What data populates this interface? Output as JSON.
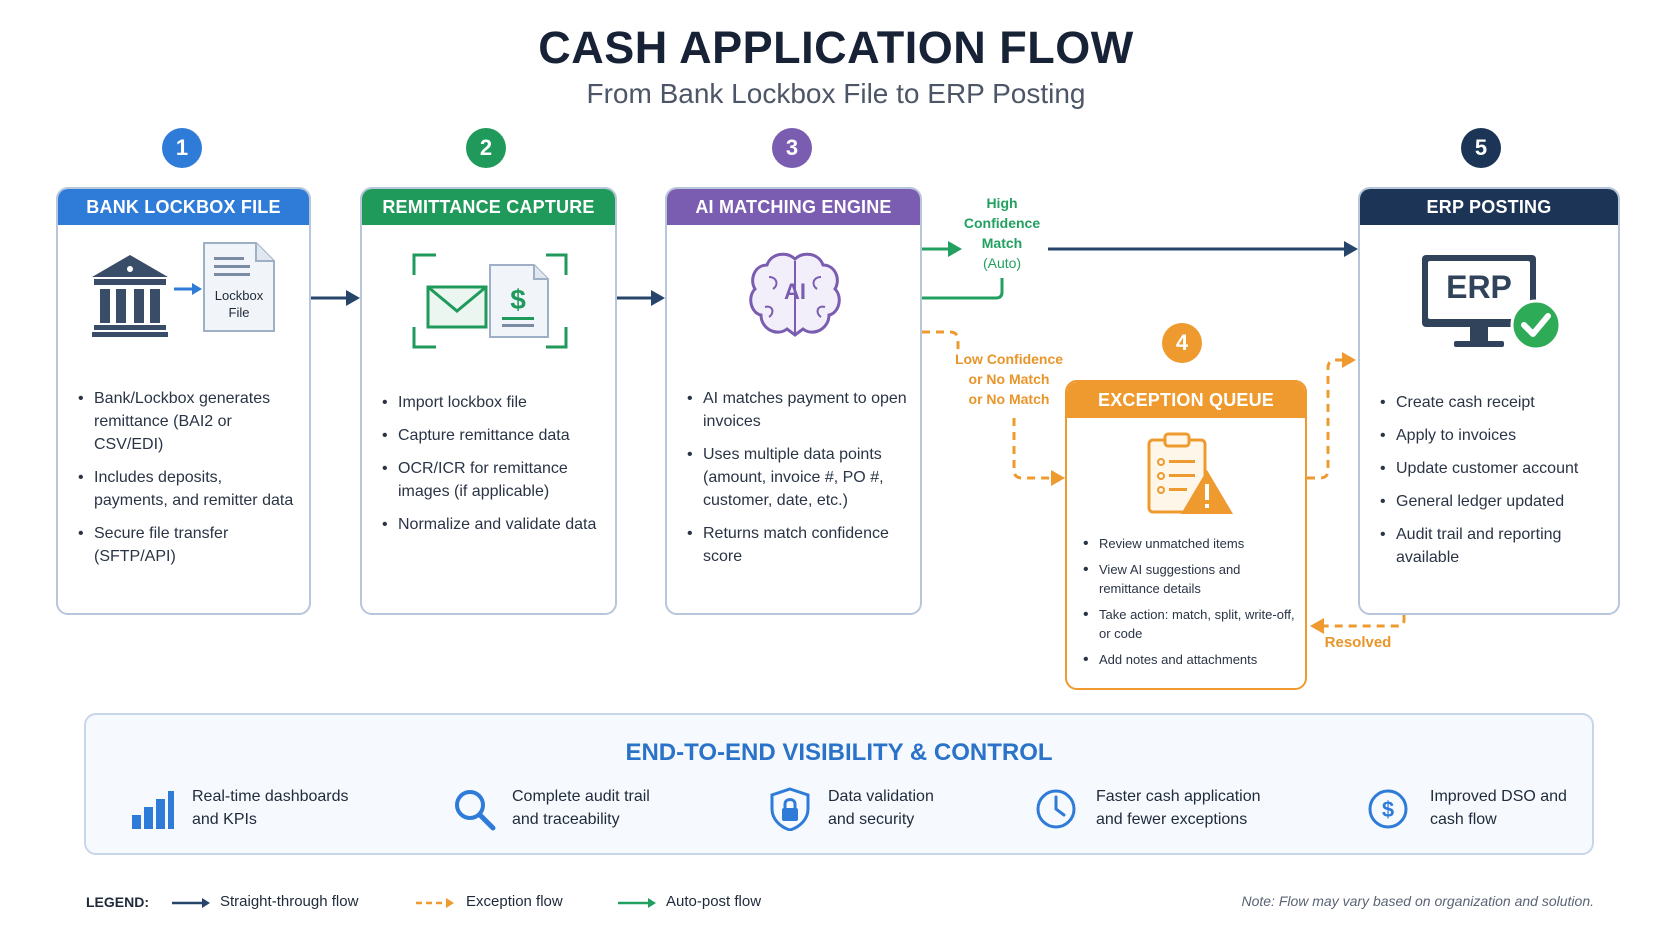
{
  "header": {
    "title": "CASH APPLICATION FLOW",
    "subtitle": "From Bank Lockbox File to ERP Posting"
  },
  "colors": {
    "blue": "#2e7bd8",
    "green": "#1f9a5b",
    "purple": "#7a5cb0",
    "orange": "#ee9a2f",
    "navy": "#1c3556",
    "flow_line": "#27456b"
  },
  "steps": [
    {
      "number": "1",
      "title": "BANK LOCKBOX FILE",
      "icon": "bank-icon",
      "doc_label_1": "Lockbox",
      "doc_label_2": "File",
      "bullets": [
        "Bank/Lockbox generates remittance (BAI2 or CSV/EDI)",
        "Includes deposits, payments, and remitter data",
        "Secure file transfer (SFTP/API)"
      ]
    },
    {
      "number": "2",
      "title": "REMITTANCE CAPTURE",
      "icon": "envelope-document-icon",
      "bullets": [
        "Import lockbox file",
        "Capture remittance data",
        "OCR/ICR for remittance images (if applicable)",
        "Normalize and validate data"
      ]
    },
    {
      "number": "3",
      "title": "AI MATCHING ENGINE",
      "icon": "ai-brain-icon",
      "icon_text": "AI",
      "bullets": [
        "AI matches payment to open invoices",
        "Uses multiple data points (amount, invoice #, PO #, customer, date, etc.)",
        "Returns match confidence score"
      ]
    },
    {
      "number": "4",
      "title": "EXCEPTION QUEUE",
      "icon": "clipboard-warning-icon",
      "bullets": [
        "Review unmatched items",
        "View AI suggestions and remittance details",
        "Take action: match, split, write-off, or code",
        "Add notes and attachments"
      ]
    },
    {
      "number": "5",
      "title": "ERP POSTING",
      "icon": "erp-monitor-check-icon",
      "icon_text": "ERP",
      "bullets": [
        "Create cash receipt",
        "Apply to invoices",
        "Update customer account",
        "General ledger updated",
        "Audit trail and reporting available"
      ]
    }
  ],
  "flow_labels": {
    "high_confidence_1": "High",
    "high_confidence_2": "Confidence",
    "high_confidence_3": "Match",
    "high_confidence_4": "(Auto)",
    "low_confidence_1": "Low Confidence",
    "low_confidence_2": "or No Match",
    "low_confidence_3": "or No Match",
    "resolved": "Resolved"
  },
  "visibility": {
    "title": "END-TO-END VISIBILITY & CONTROL",
    "features": [
      {
        "icon": "bar-chart-icon",
        "line1": "Real-time dashboards",
        "line2": "and KPIs"
      },
      {
        "icon": "magnifier-icon",
        "line1": "Complete audit trail",
        "line2": "and traceability"
      },
      {
        "icon": "shield-lock-icon",
        "line1": "Data validation",
        "line2": "and security"
      },
      {
        "icon": "clock-icon",
        "line1": "Faster cash application",
        "line2": "and fewer exceptions"
      },
      {
        "icon": "dollar-circle-icon",
        "line1": "Improved DSO and",
        "line2": "cash flow"
      }
    ]
  },
  "legend": {
    "label": "LEGEND:",
    "straight": "Straight-through flow",
    "exception": "Exception flow",
    "autopost": "Auto-post flow",
    "note": "Note: Flow may vary based on organization and solution."
  }
}
